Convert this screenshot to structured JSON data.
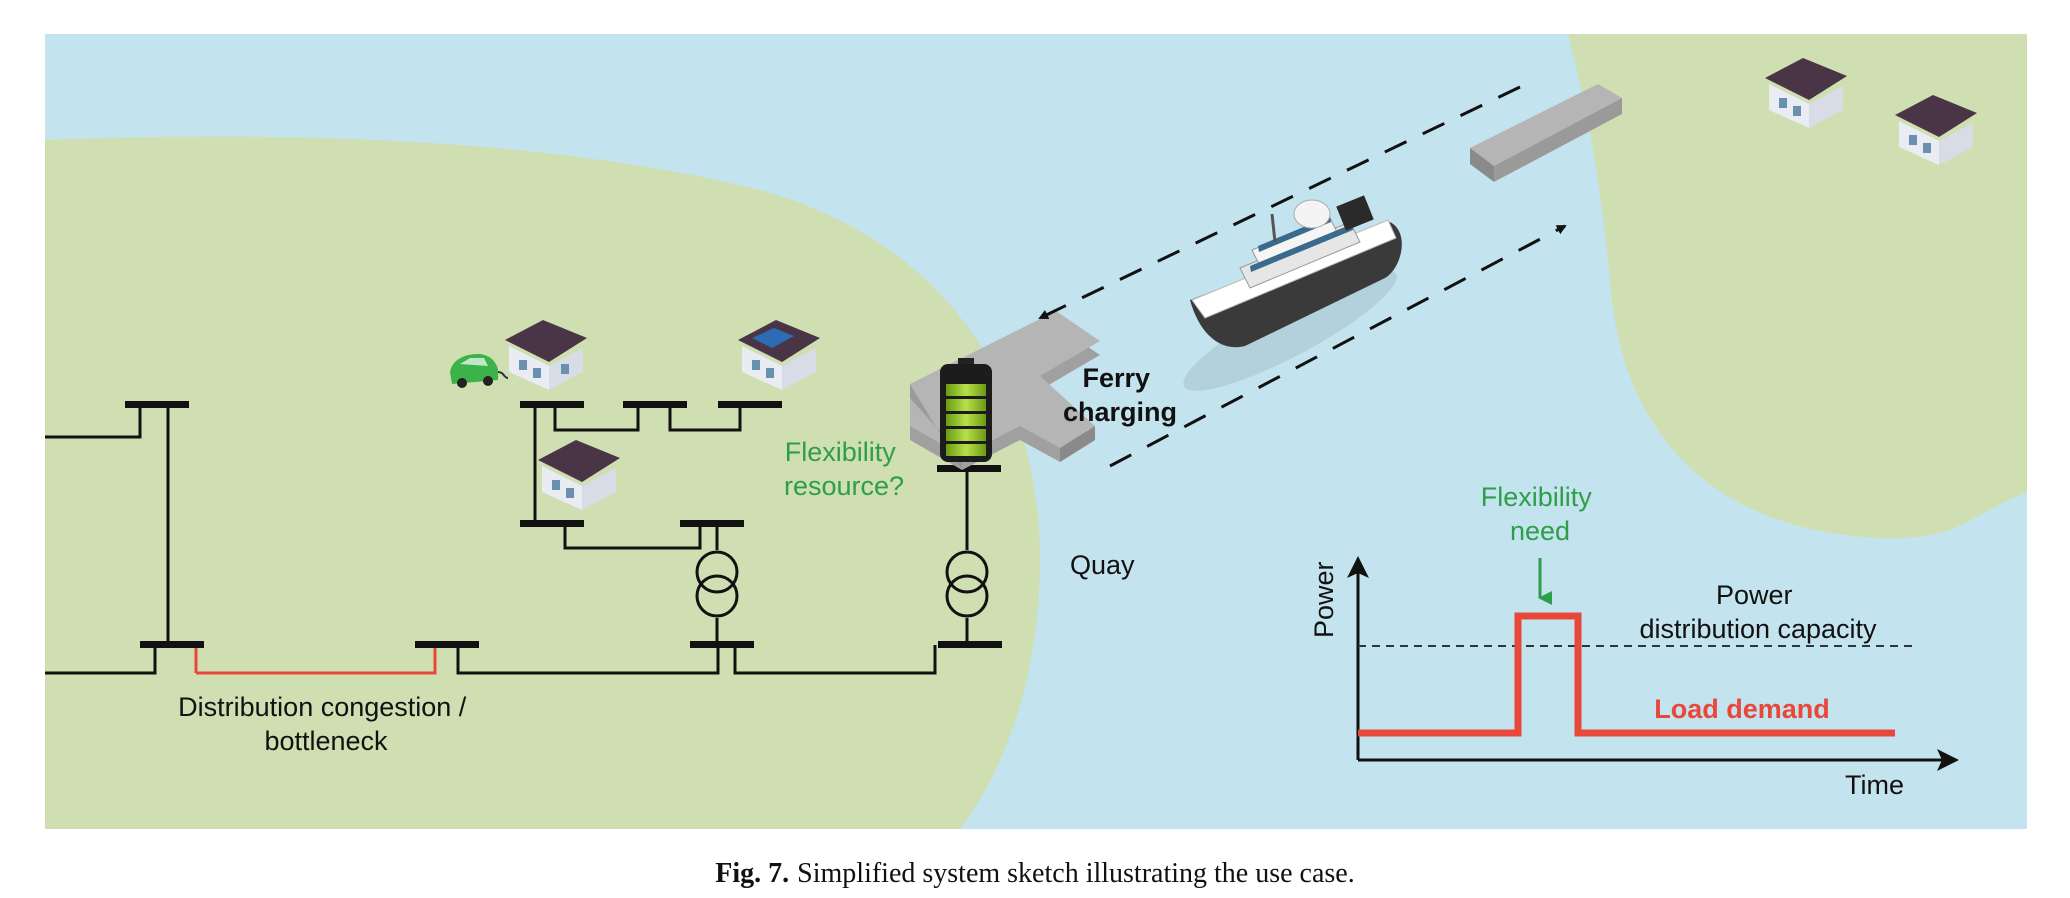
{
  "labels": {
    "ferry_charging_line1": "Ferry",
    "ferry_charging_line2": "charging",
    "flex_resource_line1": "Flexibility",
    "flex_resource_line2": "resource?",
    "quay": "Quay",
    "congestion_line1": "Distribution congestion /",
    "congestion_line2": "bottleneck",
    "flex_need_line1": "Flexibility",
    "flex_need_line2": "need",
    "power_axis": "Power",
    "time_axis": "Time",
    "capacity_line1": "Power",
    "capacity_line2": "distribution capacity",
    "load_demand": "Load demand"
  },
  "caption": {
    "label": "Fig. 7.",
    "text": "Simplified system sketch illustrating the use case."
  },
  "colors": {
    "water": "#c3e3ee",
    "land": "#cfdfb1",
    "grid_line": "#111111",
    "congestion": "#e8483a",
    "flexibility": "#2e9e48",
    "load": "#e8483a"
  },
  "icons": [
    "house-icon",
    "car-icon",
    "battery-icon",
    "ferry-icon",
    "transformer-icon",
    "pier-icon"
  ]
}
